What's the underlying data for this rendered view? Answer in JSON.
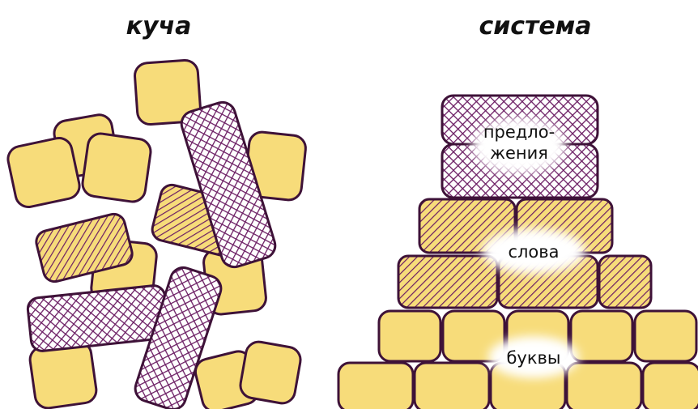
{
  "titles": {
    "left": "куча",
    "right": "система"
  },
  "labels": {
    "sentences_line1": "предло-",
    "sentences_line2": "жения",
    "words": "слова",
    "letters": "буквы"
  },
  "colors": {
    "letter_fill": "#f7dc7a",
    "words_fill": "#f7dc7a",
    "sentence_fill": "#ffffff",
    "purple": "#6b1d63",
    "stroke": "#3e1238"
  },
  "groups": {
    "heap": "куча",
    "system": "система"
  }
}
